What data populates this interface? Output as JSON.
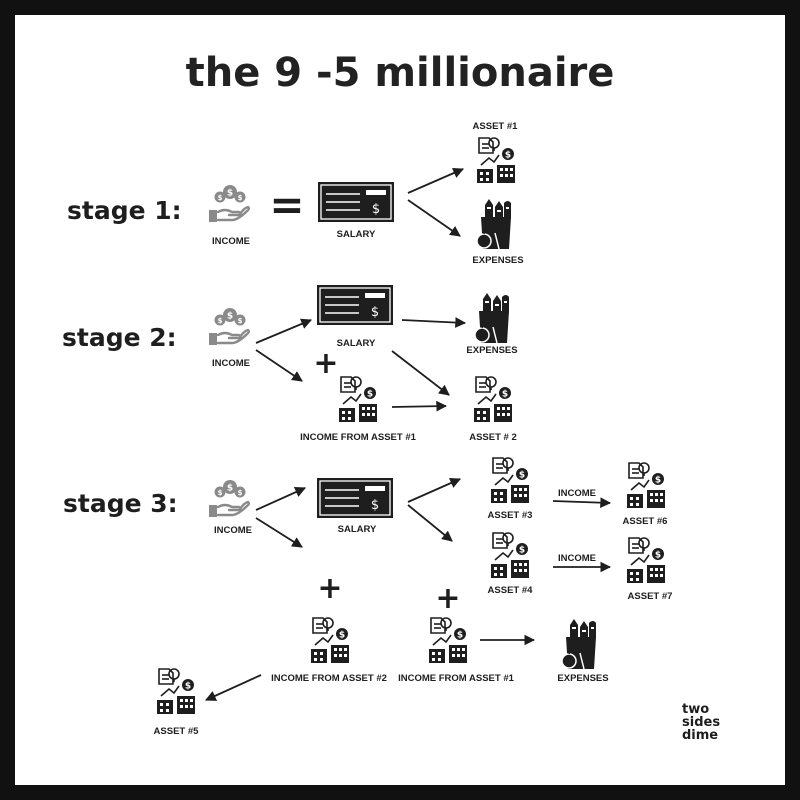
{
  "title": "the 9 -5 millionaire",
  "stages": {
    "s1": "stage 1:",
    "s2": "stage 2:",
    "s3": "stage 3:"
  },
  "labels": {
    "s1_income": "INCOME",
    "s1_salary": "SALARY",
    "s1_asset1": "ASSET #1",
    "s1_expenses": "EXPENSES",
    "s2_income": "INCOME",
    "s2_salary": "SALARY",
    "s2_expenses": "EXPENSES",
    "s2_income_asset1": "INCOME FROM ASSET #1",
    "s2_asset2": "ASSET # 2",
    "s3_income": "INCOME",
    "s3_salary": "SALARY",
    "s3_asset3": "ASSET #3",
    "s3_asset4": "ASSET #4",
    "s3_asset6": "ASSET #6",
    "s3_asset7": "ASSET #7",
    "s3_income_arrow1": "INCOME",
    "s3_income_arrow2": "INCOME",
    "s3_income_asset2": "INCOME FROM ASSET #2",
    "s3_income_asset1": "INCOME FROM ASSET #1",
    "s3_expenses": "EXPENSES",
    "s3_asset5": "ASSET #5"
  },
  "symbols": {
    "equals": "=",
    "plus": "+"
  },
  "logo": {
    "line1": "two",
    "line2": "sides",
    "line3": "dime"
  },
  "colors": {
    "ink": "#1e1e1e",
    "grey": "#8a8a8a",
    "frame": "#111111",
    "background": "#ffffff"
  },
  "icons": [
    "income-hand-coins-icon",
    "salary-check-icon",
    "asset-buildings-icon",
    "expenses-grocery-bag-icon",
    "arrow-icon"
  ]
}
